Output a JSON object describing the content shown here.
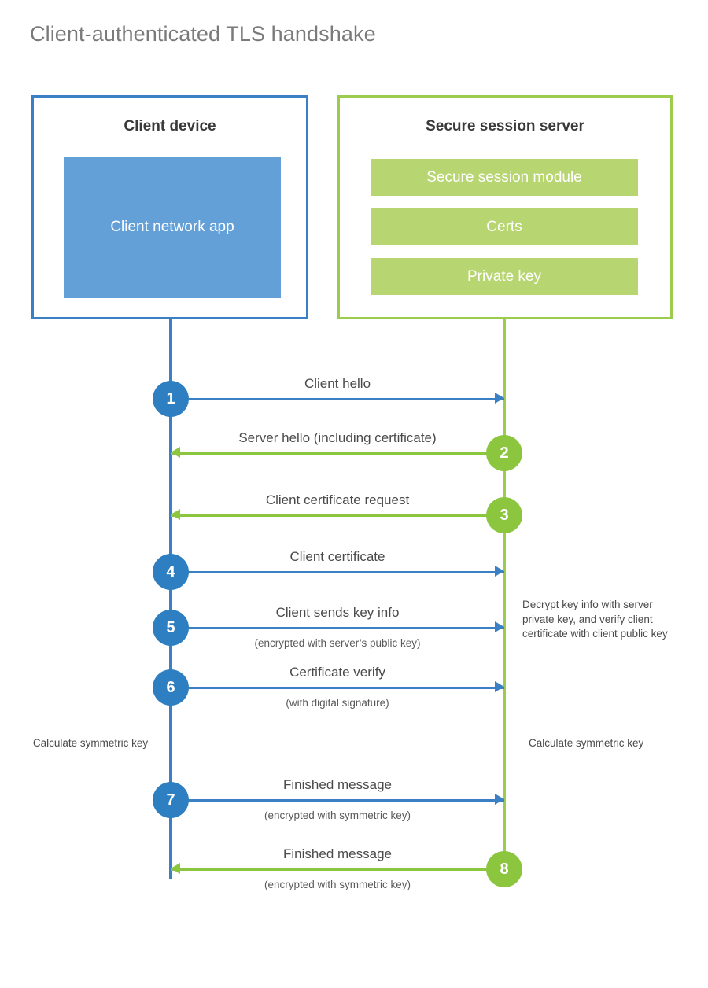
{
  "title": "Client-authenticated TLS handshake",
  "colors": {
    "client_border": "#3b7fc4",
    "client_fill": "#64a0d8",
    "client_accent": "#2e7fc1",
    "server_border": "#9ccc4e",
    "server_fill": "#b7d571",
    "server_accent": "#8cc63f",
    "title_text": "#7a7a7a",
    "body_text": "#4a4a4a"
  },
  "client": {
    "title": "Client device",
    "app_label": "Client network app"
  },
  "server": {
    "title": "Secure session server",
    "modules": [
      {
        "label": "Secure session module"
      },
      {
        "label": "Certs"
      },
      {
        "label": "Private key"
      }
    ]
  },
  "steps": [
    {
      "number": "1",
      "label": "Client hello",
      "sublabel": "",
      "direction": "client-to-server",
      "side": "client"
    },
    {
      "number": "2",
      "label": "Server hello (including certificate)",
      "sublabel": "",
      "direction": "server-to-client",
      "side": "server"
    },
    {
      "number": "3",
      "label": "Client certificate request",
      "sublabel": "",
      "direction": "server-to-client",
      "side": "server"
    },
    {
      "number": "4",
      "label": "Client certificate",
      "sublabel": "",
      "direction": "client-to-server",
      "side": "client"
    },
    {
      "number": "5",
      "label": "Client sends key info",
      "sublabel": "(encrypted with server’s public key)",
      "direction": "client-to-server",
      "side": "client"
    },
    {
      "number": "6",
      "label": "Certificate verify",
      "sublabel": "(with digital signature)",
      "direction": "client-to-server",
      "side": "client"
    },
    {
      "number": "7",
      "label": "Finished message",
      "sublabel": "(encrypted with symmetric key)",
      "direction": "client-to-server",
      "side": "client"
    },
    {
      "number": "8",
      "label": "Finished message",
      "sublabel": "(encrypted with symmetric key)",
      "direction": "server-to-client",
      "side": "server"
    }
  ],
  "annotations": {
    "server_decrypt": "Decrypt key info with server private key, and verify client certificate with client public key",
    "client_calculate": "Calculate symmetric key",
    "server_calculate": "Calculate symmetric key"
  }
}
